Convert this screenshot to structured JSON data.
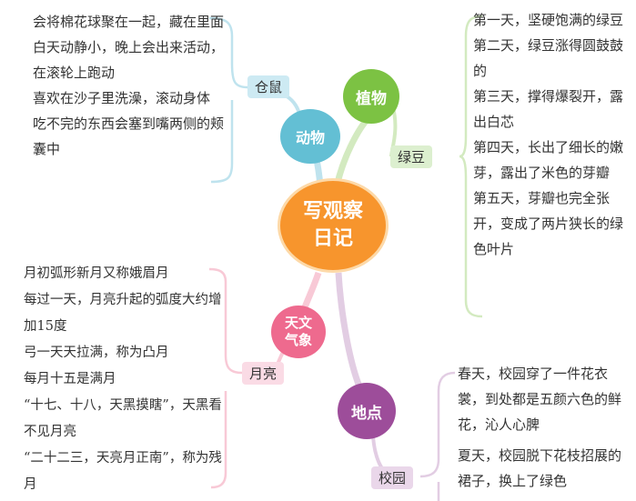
{
  "center": {
    "line1": "写观察",
    "line2": "日记"
  },
  "branches": {
    "animal": {
      "label": "动物",
      "sub_label": "仓鼠",
      "items": [
        "会将棉花球聚在一起，藏在里面",
        "白天动静小，晚上会出来活动，在滚轮上跑动",
        "喜欢在沙子里洗澡，滚动身体",
        "吃不完的东西会塞到嘴两侧的颊囊中"
      ]
    },
    "plant": {
      "label": "植物",
      "sub_label": "绿豆",
      "items": [
        "第一天，坚硬饱满的绿豆",
        "第二天，绿豆涨得圆鼓鼓的",
        "第三天，撑得爆裂开，露出白芯",
        "第四天，长出了细长的嫩芽，露出了米色的芽瓣",
        "第五天，芽瓣也完全张开，变成了两片狭长的绿色叶片"
      ]
    },
    "weather": {
      "label_line1": "天文",
      "label_line2": "气象",
      "sub_label": "月亮",
      "items": [
        "月初弧形新月又称娥眉月",
        "每过一天，月亮升起的弧度大约增加15度",
        "弓一天天拉满，称为凸月",
        "每月十五是满月",
        "“十七、十八，天黑摸瞎”，天黑看不见月亮",
        "“二十二三，天亮月正南”，称为残月"
      ]
    },
    "place": {
      "label": "地点",
      "sub_label": "校园",
      "items": [
        "春天，校园穿了一件花衣裳，到处都是五颜六色的鲜花，沁人心脾",
        "夏天，校园脱下花枝招展的裙子，换上了绿色"
      ]
    }
  },
  "colors": {
    "center": "#f7952d",
    "animal": "#63bfd4",
    "plant": "#7cc243",
    "weather": "#ee6a8e",
    "place": "#9d4d9a"
  }
}
